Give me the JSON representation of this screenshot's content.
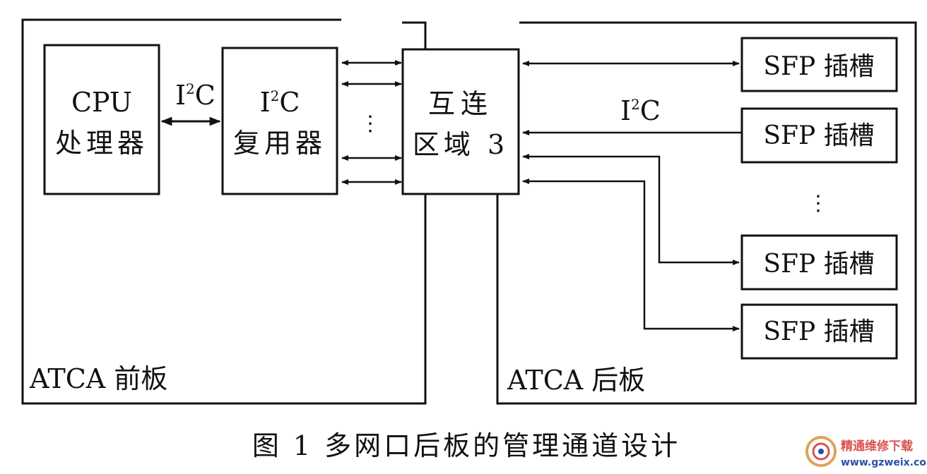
{
  "front_panel": {
    "label": "ATCA 前板",
    "cpu": {
      "line1": "CPU",
      "line2": "处理器"
    },
    "mux": {
      "line1_main": "I",
      "line1_sup": "2",
      "line1_end": "C",
      "line2": "复用器"
    },
    "bus_label": {
      "main": "I",
      "sup": "2",
      "end": "C"
    },
    "ellipsis": "⋮"
  },
  "interconnect": {
    "line1": "互连",
    "line2": "区域 3"
  },
  "rear_panel": {
    "label": "ATCA 后板",
    "bus_label": {
      "main": "I",
      "sup": "2",
      "end": "C"
    },
    "slots": [
      "SFP 插槽",
      "SFP 插槽",
      "SFP 插槽",
      "SFP 插槽"
    ],
    "ellipsis": "⋮"
  },
  "caption": "图 1  多网口后板的管理通道设计",
  "watermark": {
    "site_name": "精通维修下载",
    "url": "www.gzweix.com"
  }
}
